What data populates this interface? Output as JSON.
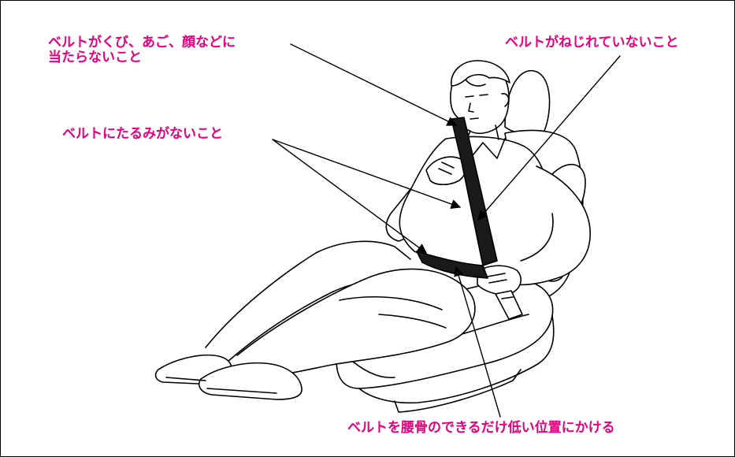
{
  "labels": {
    "neck_line1": "ベルトがくび、あご、顔などに",
    "neck_line2": "当たらないこと",
    "twist": "ベルトがねじれていないこと",
    "slack": "ベルトにたるみがないこと",
    "hip": "ベルトを腰骨のできるだけ低い位置にかける"
  },
  "colors": {
    "label": "#e6007e",
    "line": "#000000",
    "belt": "#1a1a1a",
    "background": "#ffffff"
  }
}
